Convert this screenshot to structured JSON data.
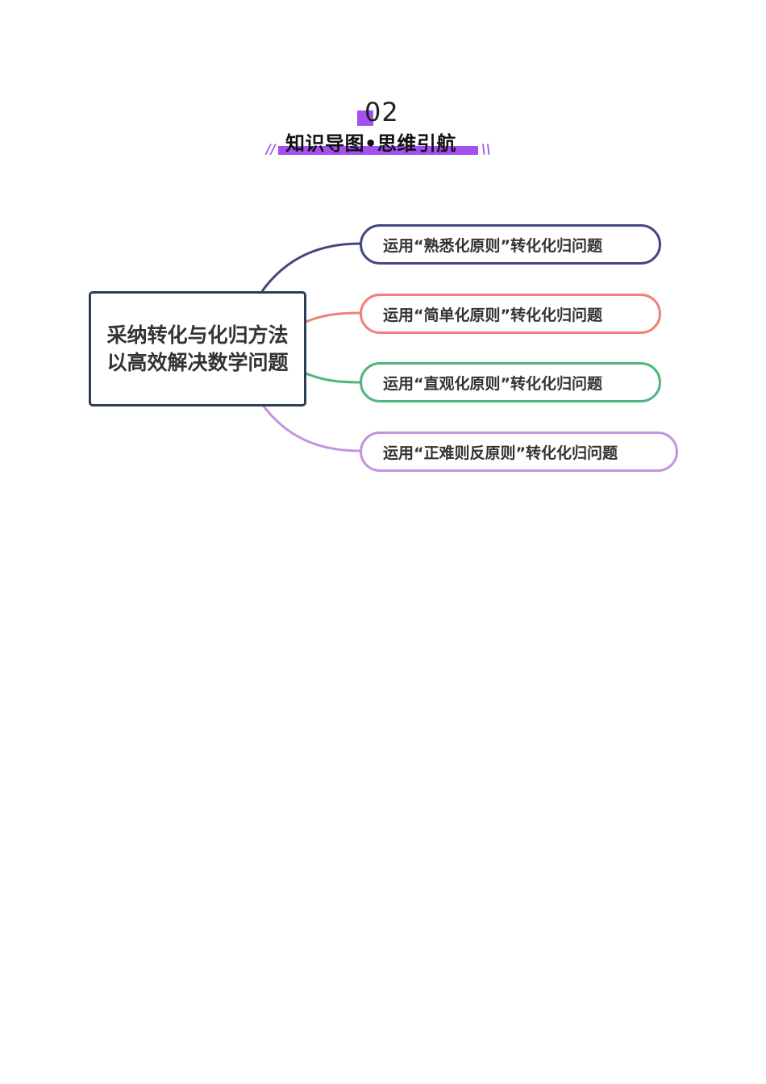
{
  "header": {
    "section_number": "02",
    "title": "知识导图•思维引航",
    "decor_left": "//",
    "decor_right": "\\\\",
    "accent_color": "#a44ff0"
  },
  "mindmap": {
    "root": {
      "label": "采纳转化与化归方法以高效解决数学问题",
      "border_color": "#2b3f55"
    },
    "branches": [
      {
        "label": "运用“熟悉化原则”转化化归问题",
        "color": "#434882"
      },
      {
        "label": "运用“简单化原则”转化化归问题",
        "color": "#f08078"
      },
      {
        "label": "运用“直观化原则”转化化归问题",
        "color": "#4db67f"
      },
      {
        "label": "运用“正难则反原则”转化化归问题",
        "color": "#c394e0"
      }
    ]
  }
}
